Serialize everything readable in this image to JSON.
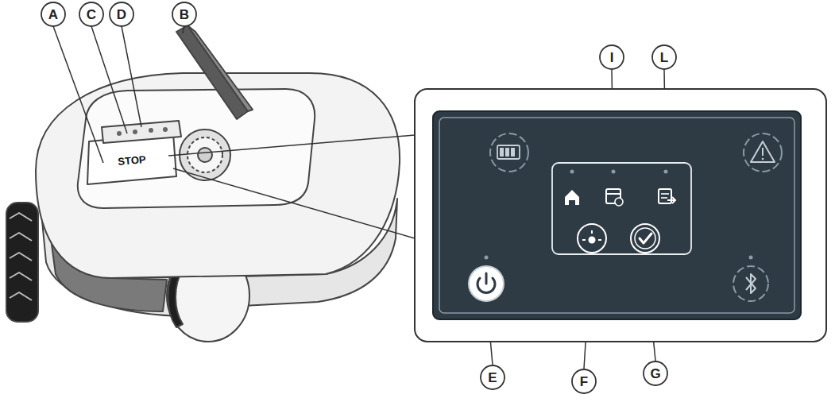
{
  "diagram": {
    "labels": [
      "A",
      "C",
      "D",
      "B",
      "I",
      "L",
      "STOP",
      "E",
      "F",
      "G"
    ]
  }
}
